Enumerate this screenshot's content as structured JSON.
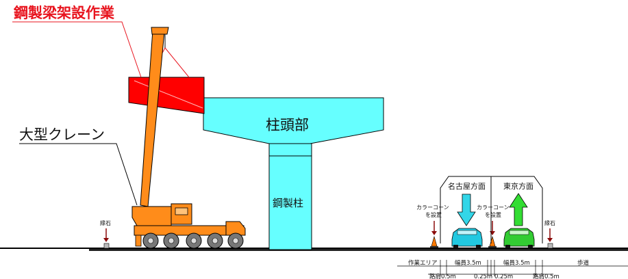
{
  "labels": {
    "title": "鋼製梁架設作業",
    "crane": "大型クレーン",
    "pier_head": "柱頭部",
    "steel_column": "鋼製柱",
    "curb_left": "縁石",
    "curb_right": "縁石",
    "cone_left_line1": "カラーコーン",
    "cone_left_line2": "を設置",
    "cone_right_line1": "カラーコーン",
    "cone_right_line2": "を設置",
    "nagoya": "名古屋方面",
    "tokyo": "東京方面"
  },
  "dimensions": {
    "work_area": "作業エリア",
    "lane_left": "幅員3.5m",
    "lane_right": "幅員3.5m",
    "sidewalk": "歩道",
    "shoulder_left": "路肩0.5m",
    "gap_left": "0.25m",
    "gap_right": "0.25m",
    "shoulder_right": "路肩0.5m"
  },
  "colors": {
    "title_red": "#e8141e",
    "girder_red": "#ff0000",
    "pier_cyan": "#66ffff",
    "crane_orange": "#ff8c1a",
    "arrow_cyan": "#33d6e8",
    "arrow_green": "#33dd33",
    "car_blue": "#22c8e0",
    "car_green": "#33cc33",
    "cone_orange": "#ff7a00",
    "marker_brown": "#8b0a0a"
  }
}
